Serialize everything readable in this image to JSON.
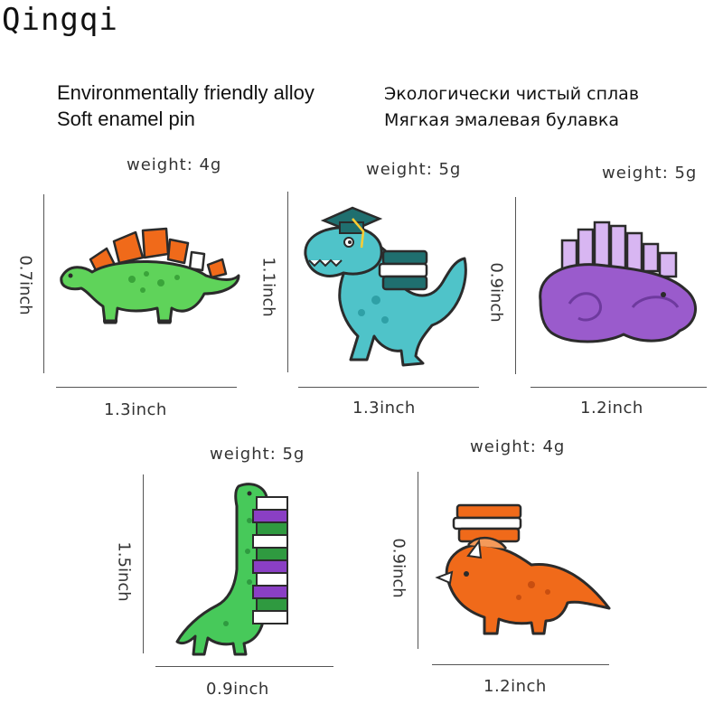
{
  "brand": "Qingqi",
  "description": {
    "en_line1": "Environmentally friendly alloy",
    "en_line2": "Soft enamel pin",
    "ru_line1": "Экологически чистый сплав",
    "ru_line2": "Мягкая эмалевая булавка"
  },
  "pins": [
    {
      "weight": "weight: 4g",
      "width": "1.3inch",
      "height": "0.7inch"
    },
    {
      "weight": "weight: 5g",
      "width": "1.3inch",
      "height": "1.1inch"
    },
    {
      "weight": "weight: 5g",
      "width": "1.2inch",
      "height": "0.9inch"
    },
    {
      "weight": "weight: 5g",
      "width": "0.9inch",
      "height": "1.5inch"
    },
    {
      "weight": "weight: 4g",
      "width": "1.2inch",
      "height": "0.9inch"
    }
  ],
  "colors": {
    "green": "#5fd35a",
    "teal": "#4fc3c9",
    "purple": "#9a5bcc",
    "orange": "#f06a1a",
    "outline": "#2b2b2b"
  }
}
